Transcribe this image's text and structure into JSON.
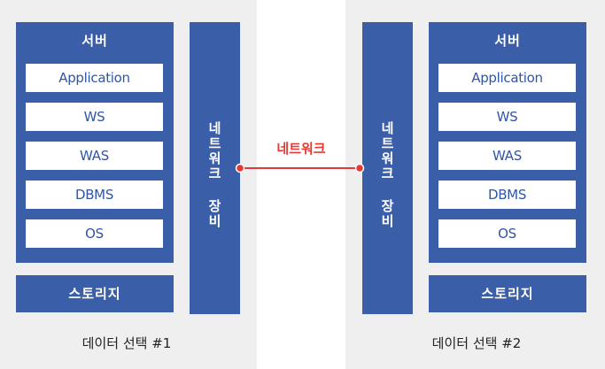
{
  "left": {
    "server_title": "서버",
    "layers": [
      "Application",
      "WS",
      "WAS",
      "DBMS",
      "OS"
    ],
    "storage": "스토리지",
    "network_device": "네트워크 장비",
    "caption": "데이터 선택 #1"
  },
  "right": {
    "server_title": "서버",
    "layers": [
      "Application",
      "WS",
      "WAS",
      "DBMS",
      "OS"
    ],
    "storage": "스토리지",
    "network_device": "네트워크 장비",
    "caption": "데이터 선택 #2"
  },
  "network_label": "네트워크",
  "colors": {
    "box_blue": "#3a5ea8",
    "text_blue": "#2f55a4",
    "link_red": "#e53935",
    "background": "#efefef"
  }
}
